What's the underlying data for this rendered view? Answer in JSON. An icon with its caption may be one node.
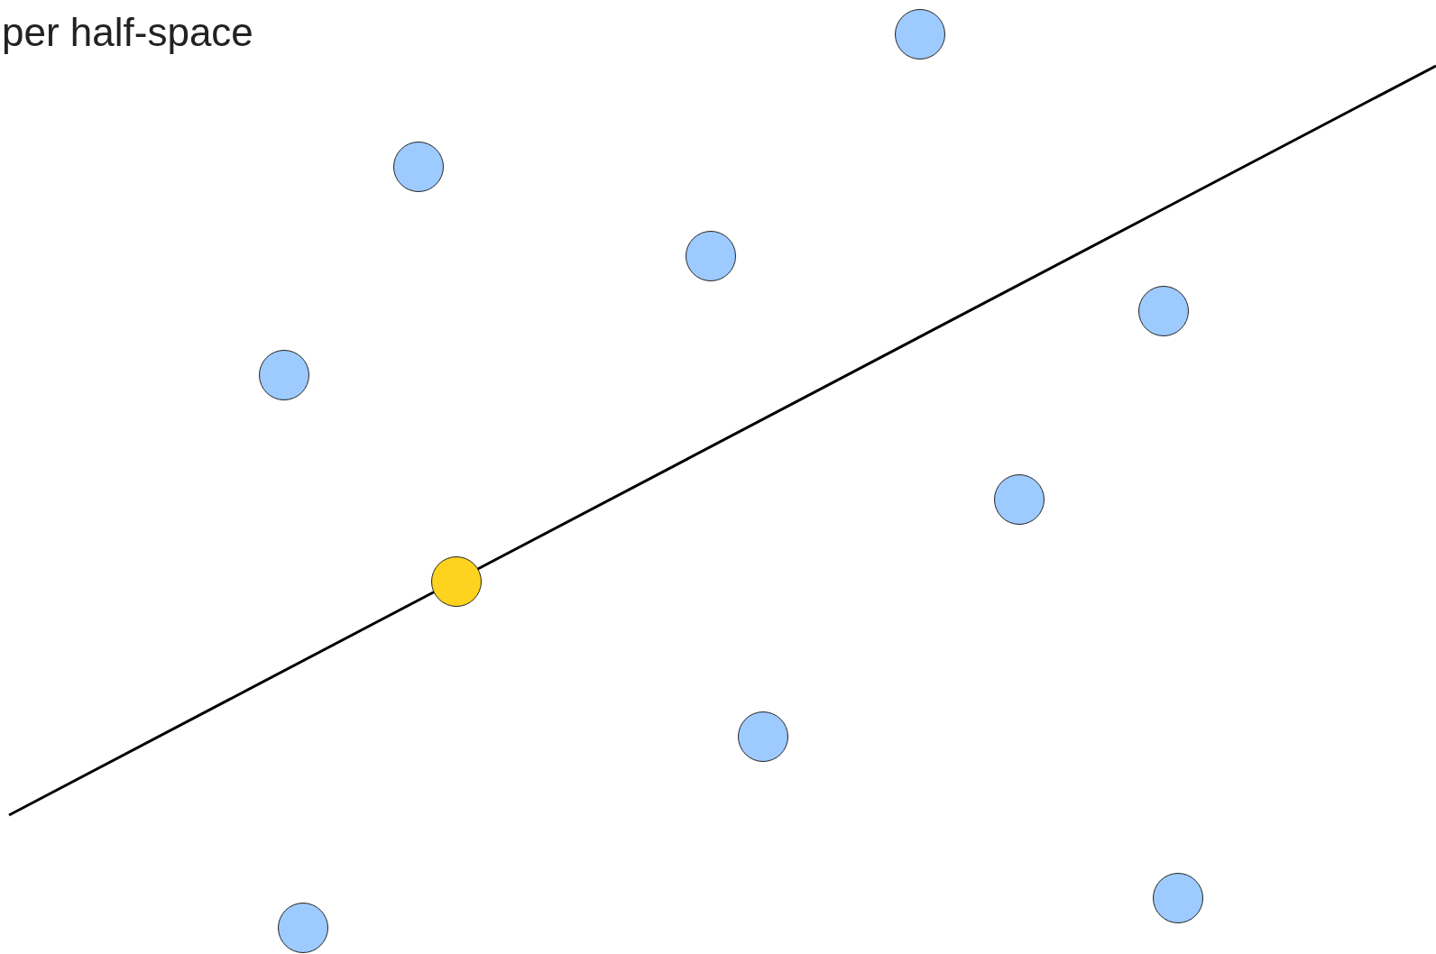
{
  "diagram": {
    "nodes": [
      {
        "text": [],
        "shape": "circle"
      },
      {
        "text": [],
        "shape": "circle"
      },
      {
        "text": [],
        "shape": "circle"
      },
      {
        "text": [],
        "shape": "circle"
      },
      {
        "text": [],
        "shape": "circle"
      },
      {
        "text": [],
        "shape": "circle"
      },
      {
        "text": [],
        "shape": "circle"
      },
      {
        "text": [],
        "shape": "circle"
      },
      {
        "text": [],
        "shape": "circle"
      },
      {
        "text": [],
        "shape": "circle"
      }
    ],
    "labels": [
      "per half-space"
    ]
  }
}
